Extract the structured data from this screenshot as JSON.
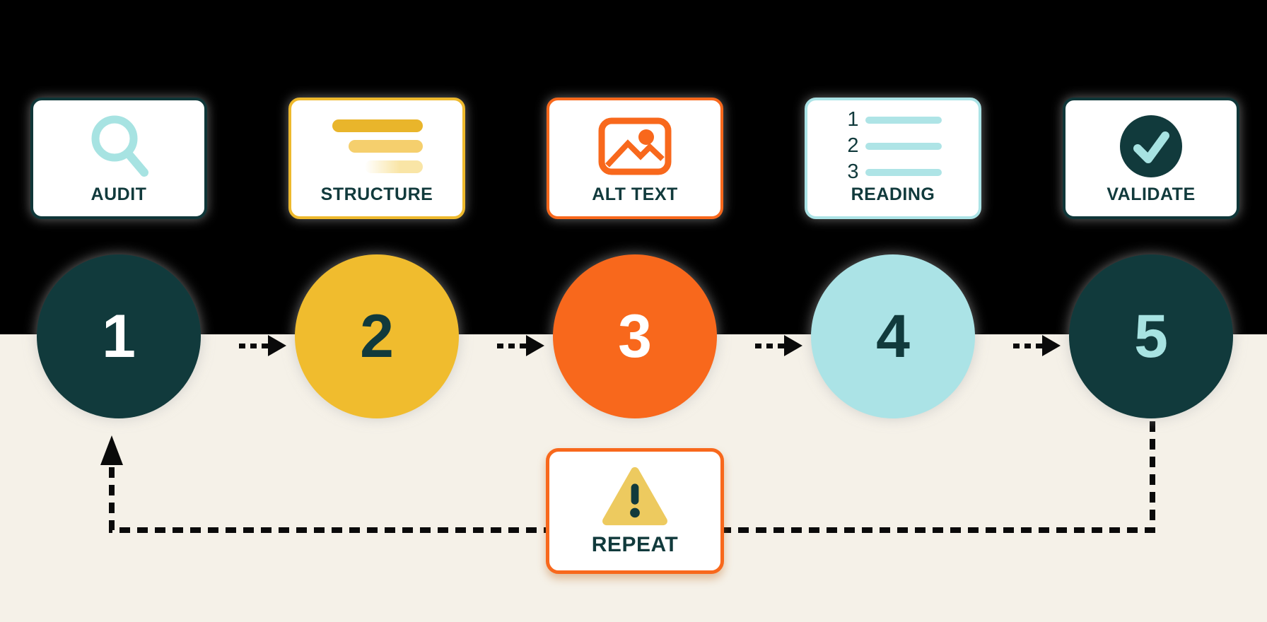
{
  "theme": {
    "background_top": "#000000",
    "background_bottom": "#f5f1e8",
    "card_background": "#ffffff",
    "label_color": "#113a3c",
    "arrow_color": "#0a0a0a"
  },
  "steps": [
    {
      "number": "1",
      "label": "AUDIT",
      "icon": "magnifier-icon",
      "card_border": "#0f3638",
      "circle_fill": "#113a3c",
      "number_color": "#ffffff",
      "icon_color": "#a7e3e2"
    },
    {
      "number": "2",
      "label": "STRUCTURE",
      "icon": "heading-bars-icon",
      "card_border": "#eeb92d",
      "circle_fill": "#f0bc2e",
      "number_color": "#113a3c",
      "bar_colors": [
        "#e9b52b",
        "#f5cf6d",
        "#f9e5a6"
      ]
    },
    {
      "number": "3",
      "label": "ALT TEXT",
      "icon": "image-icon",
      "card_border": "#f8681c",
      "circle_fill": "#f8681c",
      "number_color": "#ffffff",
      "icon_color": "#f8681c"
    },
    {
      "number": "4",
      "label": "READING",
      "icon": "numbered-list-icon",
      "card_border": "#abe3e6",
      "circle_fill": "#abe3e6",
      "number_color": "#113a3c",
      "icon_color": "#aee4e6",
      "list_numbers": [
        "1",
        "2",
        "3"
      ]
    },
    {
      "number": "5",
      "label": "VALIDATE",
      "icon": "check-circle-icon",
      "card_border": "#0f3638",
      "circle_fill": "#113a3c",
      "number_color": "#a7e3e2",
      "icon_color": "#113a3c",
      "check_color": "#a7e3e2"
    }
  ],
  "repeat": {
    "label": "REPEAT",
    "icon": "warning-triangle-icon",
    "border_color": "#f8681c",
    "triangle_color": "#edca5f",
    "mark_color": "#113a3c"
  }
}
